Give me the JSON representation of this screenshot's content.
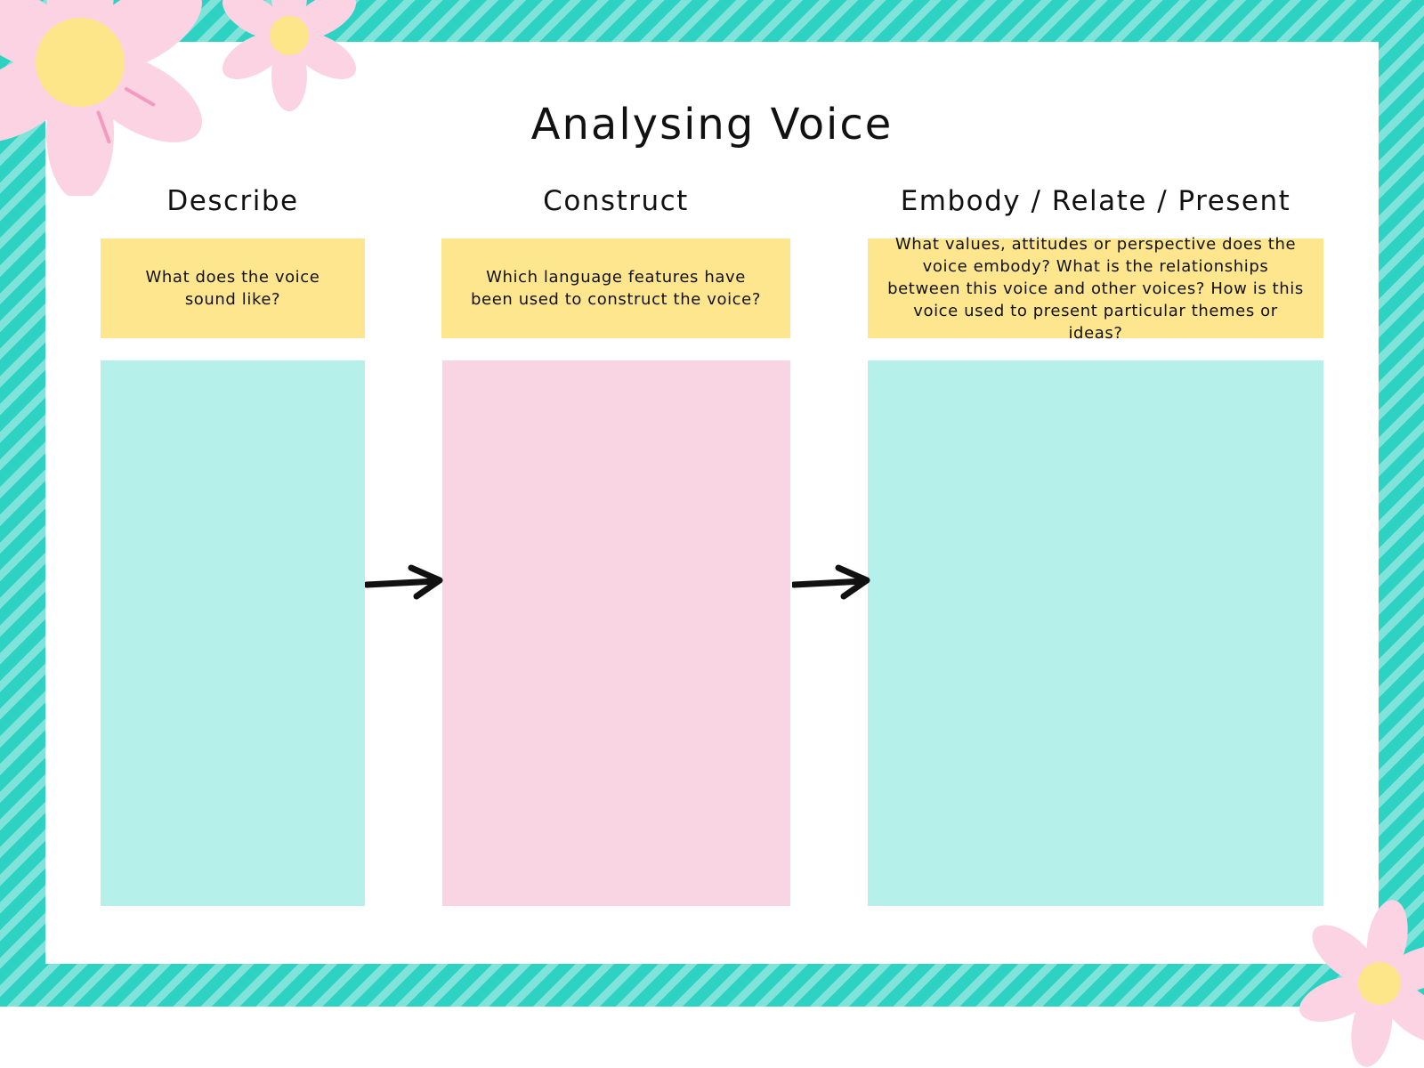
{
  "worksheet": {
    "title": "Analysing Voice",
    "columns": [
      {
        "heading": "Describe",
        "prompt": "What does the voice sound like?"
      },
      {
        "heading": "Construct",
        "prompt": "Which language features have been used to construct the voice?"
      },
      {
        "heading": "Embody / Relate / Present",
        "prompt": "What values, attitudes or perspective does the voice embody? What is the relationships between this voice and other voices? How is this voice used to present particular themes or ideas?"
      }
    ]
  },
  "colors": {
    "border_stripe": "#2dd2c2",
    "prompt_yellow": "#fde68e",
    "answer_teal": "#b5f0eb",
    "answer_pink": "#f9d5e4",
    "flower_petal": "#fbd3e3",
    "flower_center": "#fde68a"
  },
  "icons": {
    "flow_arrow": "arrow-right-icon",
    "decoration": "flower-icon"
  }
}
